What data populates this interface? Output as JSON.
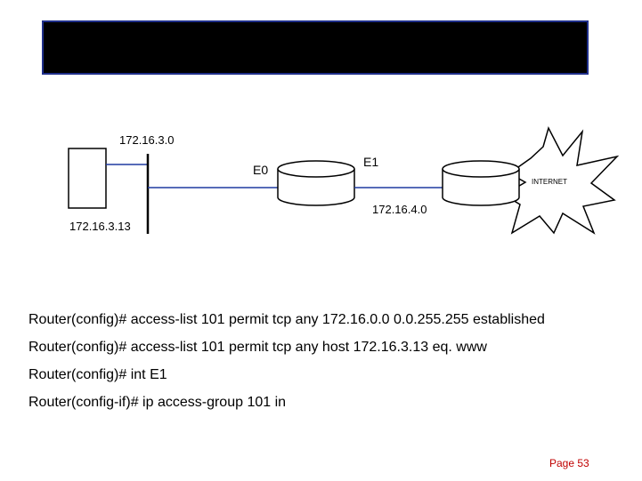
{
  "title_bar": {
    "text": ""
  },
  "diagram": {
    "labels": {
      "network_e0": "172.16.3.0",
      "host_ip": "172.16.3.13",
      "iface_e0": "E0",
      "iface_e1": "E1",
      "network_e1": "172.16.4.0",
      "internet": "INTERNET"
    },
    "colors": {
      "link": "#1f3aa0",
      "outline": "#000000"
    }
  },
  "commands": [
    "Router(config)# access-list 101 permit tcp any 172.16.0.0  0.0.255.255 established",
    "Router(config)# access-list 101 permit tcp any host 172.16.3.13  eq. www",
    "Router(config)# int E1",
    "Router(config-if)#  ip access-group 101 in"
  ],
  "footer": {
    "page": "Page 53",
    "color": "#c00000"
  }
}
